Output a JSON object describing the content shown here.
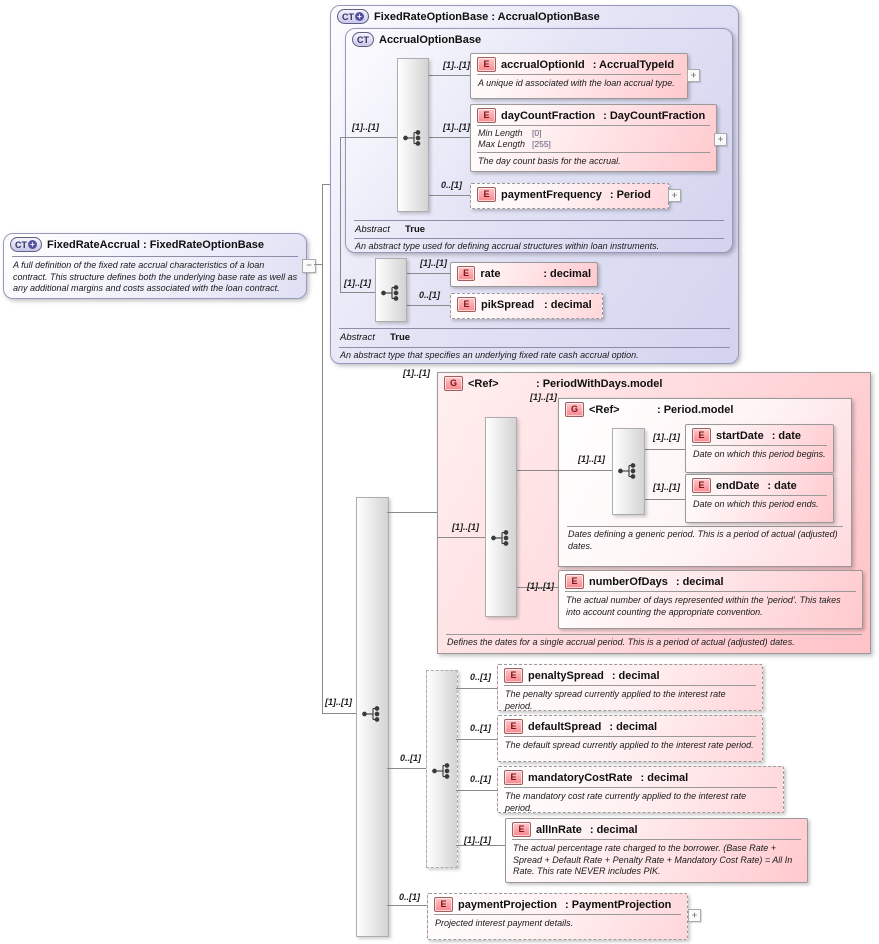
{
  "colors": {
    "type_box_fill": "#dcdcf4",
    "element_box_fill": "#ffccd0",
    "group_box_fill": "#ffd9dc",
    "element_badge": "#f9868e",
    "type_badge": "#c7c7e8",
    "connector_line": "#8a8a8a"
  },
  "root_box": {
    "badge": "CT",
    "badge_plus": "+",
    "title": "FixedRateAccrual : FixedRateOptionBase",
    "desc": "A full definition of the fixed rate accrual characteristics of a loan contract. This structure defines both the underlying base rate as well as any additional margins and costs associated with the loan contract.",
    "collapse_glyph": "−"
  },
  "type_boxes": {
    "fixed_rate_option_base": {
      "badge": "CT",
      "badge_plus": "+",
      "title": "FixedRateOptionBase : AccrualOptionBase",
      "abstract_label": "Abstract",
      "abstract_value": "True",
      "desc": "An abstract type that specifies an underlying fixed rate cash accrual option."
    },
    "accrual_option_base": {
      "badge": "CT",
      "title": "AccrualOptionBase",
      "abstract_label": "Abstract",
      "abstract_value": "True",
      "desc": "An abstract type used for defining accrual structures within loan instruments."
    }
  },
  "groups": {
    "period_with_days": {
      "badge": "G",
      "name": "<Ref>",
      "type": ": PeriodWithDays.model",
      "card": "[1]..[1]",
      "desc": "Defines the dates for a single accrual period. This is a period of actual (adjusted) dates."
    },
    "period": {
      "badge": "G",
      "name": "<Ref>",
      "type": ": Period.model",
      "card": "[1]..[1]",
      "desc": "Dates defining a generic period. This is a period of actual (adjusted) dates."
    }
  },
  "elements": {
    "accrual_option_id": {
      "badge": "E",
      "name": "accrualOptionId",
      "type": ": AccrualTypeId",
      "card": "[1]..[1]",
      "desc": "A unique id associated with the loan accrual type.",
      "expander": "+"
    },
    "day_count_fraction": {
      "badge": "E",
      "name": "dayCountFraction",
      "type": ": DayCountFraction",
      "card": "[1]..[1]",
      "desc": "The day count basis for the accrual.",
      "expander": "+",
      "facets": [
        {
          "label": "Min Length",
          "value": "[0]"
        },
        {
          "label": "Max Length",
          "value": "[255]"
        }
      ]
    },
    "payment_frequency": {
      "badge": "E",
      "name": "paymentFrequency",
      "type": ": Period",
      "card": "0..[1]",
      "expander": "+"
    },
    "rate": {
      "badge": "E",
      "name": "rate",
      "type": ": decimal",
      "card": "[1]..[1]"
    },
    "pik_spread": {
      "badge": "E",
      "name": "pikSpread",
      "type": ": decimal",
      "card": "0..[1]"
    },
    "start_date": {
      "badge": "E",
      "name": "startDate",
      "type": ": date",
      "card": "[1]..[1]",
      "desc": "Date on which this period begins."
    },
    "end_date": {
      "badge": "E",
      "name": "endDate",
      "type": ": date",
      "card": "[1]..[1]",
      "desc": "Date on which this period ends."
    },
    "number_of_days": {
      "badge": "E",
      "name": "numberOfDays",
      "type": ": decimal",
      "card": "[1]..[1]",
      "desc": "The actual number of days represented within the 'period'. This takes into account counting the appropriate convention."
    },
    "penalty_spread": {
      "badge": "E",
      "name": "penaltySpread",
      "type": ": decimal",
      "card": "0..[1]",
      "desc": "The penalty spread currently applied to the interest rate period."
    },
    "default_spread": {
      "badge": "E",
      "name": "defaultSpread",
      "type": ": decimal",
      "card": "0..[1]",
      "desc": "The default spread currently applied to the interest rate period."
    },
    "mandatory_cost_rate": {
      "badge": "E",
      "name": "mandatoryCostRate",
      "type": ": decimal",
      "card": "0..[1]",
      "desc": "The mandatory cost rate currently applied to the interest rate period."
    },
    "all_in_rate": {
      "badge": "E",
      "name": "allInRate",
      "type": ": decimal",
      "card": "[1]..[1]",
      "desc": "The actual percentage rate charged to the borrower. (Base Rate + Spread + Default Rate + Penalty Rate + Mandatory Cost Rate) = All In Rate. This rate NEVER includes PIK."
    },
    "payment_projection": {
      "badge": "E",
      "name": "paymentProjection",
      "type": ": PaymentProjection",
      "card": "0..[1]",
      "desc": "Projected interest payment details.",
      "expander": "+"
    }
  },
  "connectors": {
    "root_content_card": "[1]..[1]",
    "frob_content_card": "[1]..[1]",
    "aob_content_card": "[1]..[1]",
    "pwd_content_card": "[1]..[1]",
    "period_content_card": "[1]..[1]",
    "optional_group_card": "0..[1]"
  }
}
